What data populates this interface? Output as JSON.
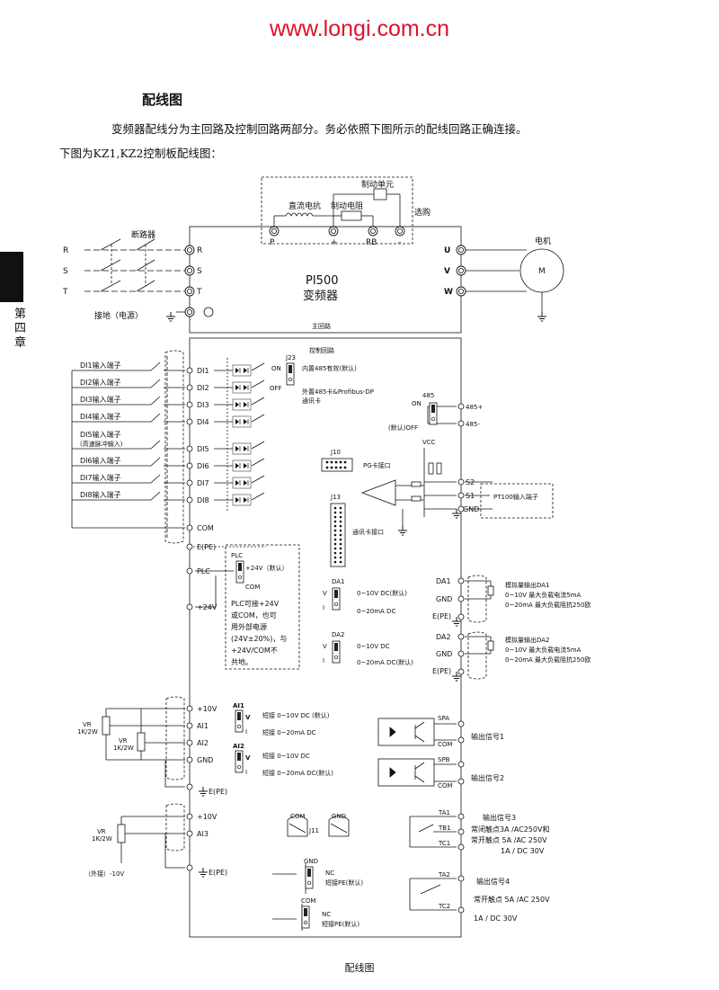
{
  "header": {
    "url": "www.longi.com.cn"
  },
  "page": {
    "title": "配线图",
    "intro": "变频器配线分为主回路及控制回路两部分。务必依照下图所示的配线回路正确连接。",
    "subtitle": "下图为KZ1,KZ2控制板配线图：",
    "chapter": "第四章",
    "caption": "配线图"
  },
  "diagram": {
    "main": {
      "option_box": "选购",
      "brake_unit": "制动单元",
      "dc_reactor": "直流电抗",
      "brake_resistor": "制动电阻",
      "terminals_dc": [
        "P",
        "+",
        "RB",
        "-"
      ],
      "breaker": "断路器",
      "inputs": [
        "R",
        "S",
        "T"
      ],
      "ground_label": "接地（电源）",
      "model": "PI500",
      "model_name": "变频器",
      "main_circuit": "主回路",
      "outputs": [
        "U",
        "V",
        "W"
      ],
      "motor": "电机",
      "motor_symbol": "M"
    },
    "control": {
      "title": "控制回路",
      "di_labels": [
        "DI1输入端子",
        "DI2输入端子",
        "DI3输入端子",
        "DI4输入端子",
        "DI5输入端子",
        "DI6输入端子",
        "DI7输入端子",
        "DI8输入端子"
      ],
      "di_note": "(高速脉冲输入)",
      "di_terminals": [
        "DI1",
        "DI2",
        "DI3",
        "DI4",
        "DI5",
        "DI6",
        "DI7",
        "DI8"
      ],
      "com": "COM",
      "epe": "E(PE)",
      "plc": "PLC",
      "v24": "+24V",
      "j23": {
        "name": "J23",
        "on": "ON",
        "off": "OFF",
        "on_desc": "内置485有效(默认)",
        "off_desc1": "外置485卡&Profibus-DP",
        "off_desc2": "通讯卡"
      },
      "rs485": {
        "name": "485",
        "on": "ON",
        "off": "(默认)OFF",
        "plus": "485+",
        "minus": "485-"
      },
      "j10": {
        "name": "J10",
        "desc": "PG卡接口"
      },
      "j13": {
        "name": "J13",
        "desc": "通讯卡接口"
      },
      "vcc": "VCC",
      "s2": "S2",
      "s1": "S1",
      "gnd": "GND",
      "pt100": "PT100输入端子",
      "plc_box": {
        "title": "PLC",
        "opt1": "+24V（默认）",
        "opt2": "COM",
        "note": [
          "PLC可接+24V",
          "或COM，也可",
          "用外部电源",
          "(24V±20%)，与",
          "+24V/COM不",
          "共地。"
        ]
      },
      "da1": {
        "name": "DA1",
        "v": "V",
        "i": "I",
        "v_desc": "0~10V  DC(默认)",
        "i_desc": "0~20mA  DC"
      },
      "da2": {
        "name": "DA2",
        "v": "V",
        "i": "I",
        "v_desc": "0~10V  DC",
        "i_desc": "0~20mA  DC(默认)"
      },
      "da_right": {
        "da1": "DA1",
        "gnd": "GND",
        "epe": "E(PE)",
        "da2": "DA2",
        "d1": [
          "模拟量输出DA1",
          "0~10V    最大负载电流5mA",
          "0~20mA  最大负载阻抗250欧"
        ],
        "d2": [
          "模拟量输出DA2",
          "0~10V    最大负载电流5mA",
          "0~20mA  最大负载阻抗250欧"
        ]
      },
      "ai": {
        "p10v": "+10V",
        "ai1": "AI1",
        "ai2": "AI2",
        "gnd": "GND",
        "epe": "E(PE)",
        "vr": [
          "VR",
          "1K/2W"
        ],
        "ai1_jp": "AI1",
        "ai2_jp": "AI2",
        "v": "V",
        "i": "I",
        "ai1_v": "短接 0~10V  DC (默认)",
        "ai1_i": "短接 0~20mA  DC",
        "ai2_v": "短接 0~10V  DC",
        "ai2_i": "短接 0~20mA  DC(默认)"
      },
      "ai3": {
        "p10v": "+10V",
        "ai3": "AI3",
        "epe": "E(PE)",
        "vr": [
          "VR",
          "1K/2W"
        ],
        "ext": "（外接）-10V"
      },
      "outputs": {
        "spa": "SPA",
        "spb": "SPB",
        "com": "COM",
        "sig1": "输出信号1",
        "sig2": "输出信号2",
        "ta1": "TA1",
        "tb1": "TB1",
        "tc1": "TC1",
        "ta2": "TA2",
        "tc2": "TC2",
        "sig3": "输出信号3",
        "sig3_d1": "常闭触点3A /AC250V和",
        "sig3_d2": "常开触点 5A /AC 250V",
        "sig3_d3": "1A / DC 30V",
        "sig4": "输出信号4",
        "sig4_d1": "常开触点 5A /AC 250V",
        "sig4_d2": "1A / DC 30V"
      },
      "j11": "J11",
      "jump_gnd": "GND",
      "jump_com": "COM",
      "nc": "NC",
      "short_pe": "短接PE(默认)"
    }
  }
}
